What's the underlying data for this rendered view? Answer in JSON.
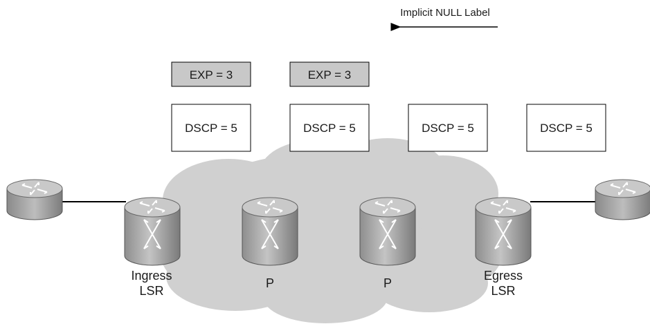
{
  "legend": {
    "text": "Implicit NULL Label"
  },
  "exp_labels": [
    "EXP = 3",
    "EXP = 3"
  ],
  "dscp_labels": [
    "DSCP = 5",
    "DSCP = 5",
    "DSCP = 5",
    "DSCP = 5"
  ],
  "nodes": {
    "ingress": [
      "Ingress",
      "LSR"
    ],
    "p1": "P",
    "p2": "P",
    "egress": [
      "Egress",
      "LSR"
    ]
  },
  "colors": {
    "cloud": "#d0d0d0",
    "exp_fill": "#c8c8c8",
    "router_body": "#a9a9a9",
    "router_top": "#c9c9c9",
    "line": "#000000"
  }
}
